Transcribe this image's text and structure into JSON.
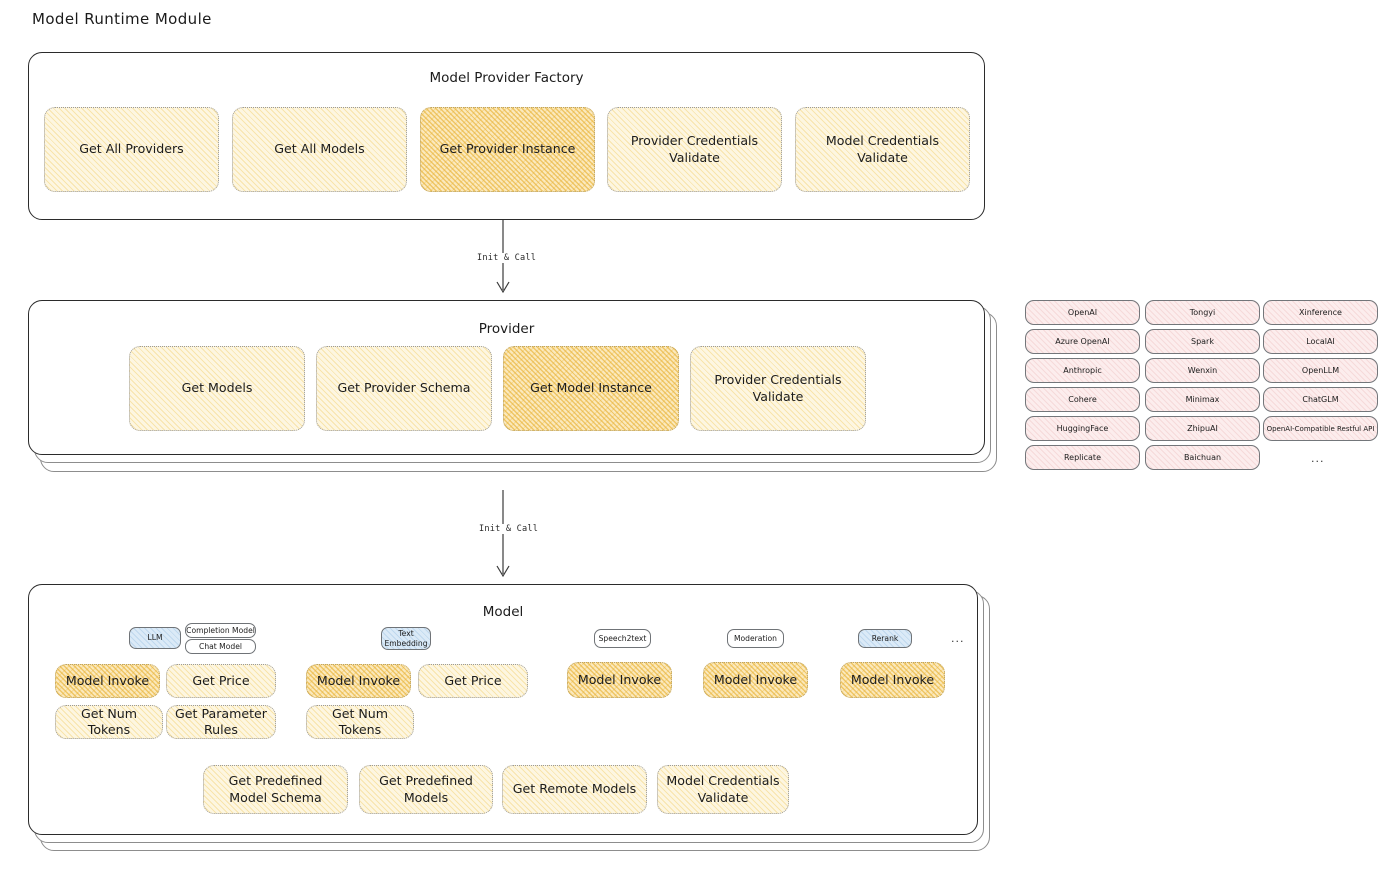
{
  "page": {
    "title": "Model Runtime Module"
  },
  "factory": {
    "title": "Model Provider Factory",
    "nodes": [
      {
        "label": "Get All Providers",
        "highlight": false
      },
      {
        "label": "Get All Models",
        "highlight": false
      },
      {
        "label": "Get Provider Instance",
        "highlight": true
      },
      {
        "label": "Provider Credentials Validate",
        "highlight": false
      },
      {
        "label": "Model Credentials Validate",
        "highlight": false
      }
    ]
  },
  "arrows": [
    {
      "label": "Init & Call"
    },
    {
      "label": "Init & Call"
    }
  ],
  "provider": {
    "title": "Provider",
    "nodes": [
      {
        "label": "Get Models",
        "highlight": false
      },
      {
        "label": "Get Provider Schema",
        "highlight": false
      },
      {
        "label": "Get Model Instance",
        "highlight": true
      },
      {
        "label": "Provider Credentials Validate",
        "highlight": false
      }
    ]
  },
  "provider_list": {
    "columns": [
      {
        "items": [
          "OpenAI",
          "Azure OpenAI",
          "Anthropic",
          "Cohere",
          "HuggingFace",
          "Replicate"
        ]
      },
      {
        "items": [
          "Tongyi",
          "Spark",
          "Wenxin",
          "Minimax",
          "ZhipuAI",
          "Baichuan"
        ]
      },
      {
        "items": [
          "Xinference",
          "LocalAI",
          "OpenLLM",
          "ChatGLM",
          "OpenAI-Compatible Restful API"
        ]
      }
    ],
    "more": "..."
  },
  "model": {
    "title": "Model",
    "more": "...",
    "types": [
      {
        "badge": "LLM",
        "badge_style": "blue",
        "sub_badges": [
          "Completion Model",
          "Chat Model"
        ],
        "nodes": [
          {
            "label": "Model Invoke",
            "highlight": true
          },
          {
            "label": "Get Price",
            "highlight": false
          },
          {
            "label": "Get Num Tokens",
            "highlight": false
          },
          {
            "label": "Get Parameter Rules",
            "highlight": false
          }
        ]
      },
      {
        "badge": "Text Embedding",
        "badge_style": "blue",
        "sub_badges": [],
        "nodes": [
          {
            "label": "Model Invoke",
            "highlight": true
          },
          {
            "label": "Get Price",
            "highlight": false
          },
          {
            "label": "Get Num Tokens",
            "highlight": false
          }
        ]
      },
      {
        "badge": "Speech2text",
        "badge_style": "plain",
        "sub_badges": [],
        "nodes": [
          {
            "label": "Model Invoke",
            "highlight": true
          }
        ]
      },
      {
        "badge": "Moderation",
        "badge_style": "plain",
        "sub_badges": [],
        "nodes": [
          {
            "label": "Model Invoke",
            "highlight": true
          }
        ]
      },
      {
        "badge": "Rerank",
        "badge_style": "blue",
        "sub_badges": [],
        "nodes": [
          {
            "label": "Model Invoke",
            "highlight": true
          }
        ]
      }
    ],
    "common_nodes": [
      {
        "label": "Get Predefined Model Schema"
      },
      {
        "label": "Get Predefined Models"
      },
      {
        "label": "Get Remote Models"
      },
      {
        "label": "Model Credentials Validate"
      }
    ]
  },
  "colors": {
    "node_fill": "#fdf6e1",
    "node_fill_highlight": "#fbe9bd",
    "badge_blue": "#dbeaf7",
    "chip_pink": "#fceded",
    "stroke": "#2b2b2b"
  }
}
